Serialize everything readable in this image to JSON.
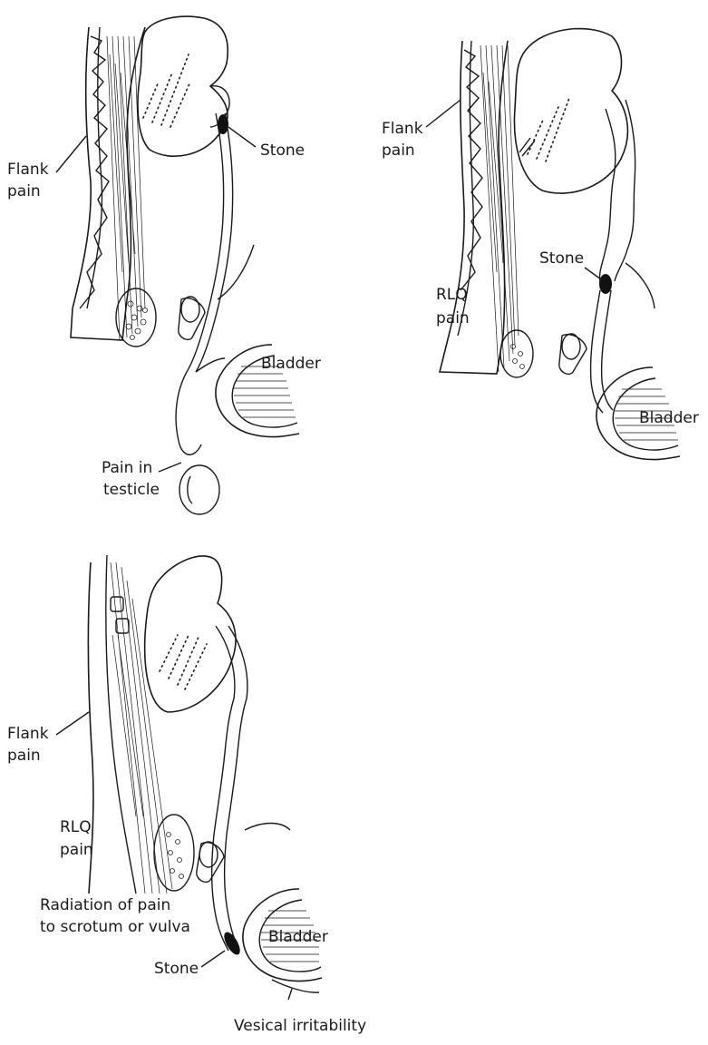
{
  "panels": [
    {
      "id": "panel-1",
      "labels": {
        "flank": [
          "Flank",
          "pain"
        ],
        "stone": "Stone",
        "bladder": "Bladder",
        "testicle": [
          "Pain in",
          "testicle"
        ]
      }
    },
    {
      "id": "panel-2",
      "labels": {
        "flank": [
          "Flank",
          "pain"
        ],
        "stone": "Stone",
        "rlq": [
          "RLQ",
          "pain"
        ],
        "bladder": "Bladder"
      }
    },
    {
      "id": "panel-3",
      "labels": {
        "flank": [
          "Flank",
          "pain"
        ],
        "rlq": [
          "RLQ",
          "pain"
        ],
        "radiation": [
          "Radiation of pain",
          "to scrotum or vulva"
        ],
        "bladder": "Bladder",
        "stone": "Stone",
        "vesical": "Vesical irritability"
      }
    }
  ]
}
